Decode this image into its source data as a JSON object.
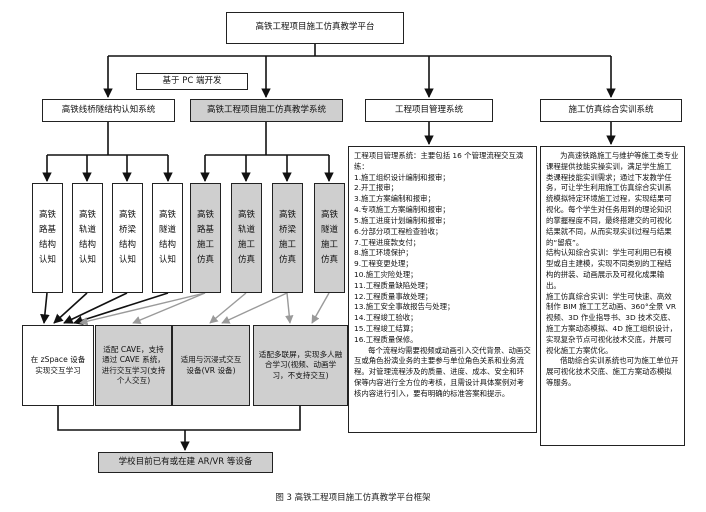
{
  "root": "高铁工程项目施工仿真教学平台",
  "pc_label": "基于 PC 端开发",
  "systems": {
    "bridge_cognition": "高铁线桥隧结构认知系统",
    "sim_teaching": "高铁工程项目施工仿真教学系统",
    "project_mgmt": "工程项目管理系统",
    "comprehensive": "施工仿真综合实训系统"
  },
  "cognition_leaves": [
    "高铁路基结构认知",
    "高铁轨道结构认知",
    "高铁桥梁结构认知",
    "高铁隧道结构认知"
  ],
  "sim_leaves": [
    "高铁路基施工仿真",
    "高铁轨道施工仿真",
    "高铁桥梁施工仿真",
    "高铁隧道施工仿真"
  ],
  "bottom_boxes": {
    "zspace": "在 zSpace 设备实现交互学习",
    "cave": "适配 CAVE，支持通过 CAVE 系统，进行交互学习(支持个人交互)",
    "vr": "适用与沉浸式交互设备(VR 设备)",
    "network": "适配多联屏，实现多人融合学习(视频、动画学习，不支持交互)"
  },
  "ar_vr_note": "学校目前已有或在建 AR/VR 等设备",
  "mgmt_text": "工程项目管理系统：主要包括 16 个管理流程交互演练：\n1.施工组织设计编制和报审；\n2.开工报审；\n3.施工方案编制和报审；\n4.专项施工方案编制和报审；\n5.施工进度计划编制和报审；\n6.分部分项工程检查验收；\n7.工程进度款支付；\n8.施工环境保护；\n9.工程变更处理；\n10.施工灾险处理；\n11.工程质量缺陷处理；\n12.工程质量事故处理；\n13.施工安全事故报告与处理；\n14.工程竣工验收；\n15.工程竣工结算；\n16.工程质量保修。\n      每个流程均需要视频或动画引入交代背景、动画交互或角色扮演业务的主要参与单位角色关系和业务流程。对管理流程涉及的质量、进度、成本、安全和环保等内容进行全方位的考核，且需设计具体案例对考核内容进行引入，要有明确的标准答案和提示。",
  "comp_text": "      为高速铁路施工与维护等施工类专业课程提供技能实操实训，满足学生施工类课程技能实训需求；通过下发教学任务，可让学生利用施工仿真综合实训系统模拟特定环境施工过程，实现结果可视化。每个学生对任务用到的理论知识的掌握程度不同，最终搭建交的可视化结果就不同，从而实现实训过程与结果的“留痕”。\n结构认知综合实训：学生可利用已有模型或自主建模，实现不同类别的工程结构的拼装、动画展示及可视化成果输出。\n施工仿真综合实训：学生可快速、高效制作 BIM 施工工艺动画、360°全景 VR 视频、3D 作业指导书、3D 技术交底、施工方案动态模拟、4D 施工组织设计，实现复杂节点可视化技术交底，并展可视化施工方案优化。\n      借助综合实训系统也可为施工单位开展可视化技术交底、施工方案动态模拟等服务。",
  "caption": "图 3  高铁工程项目施工仿真教学平台框架"
}
